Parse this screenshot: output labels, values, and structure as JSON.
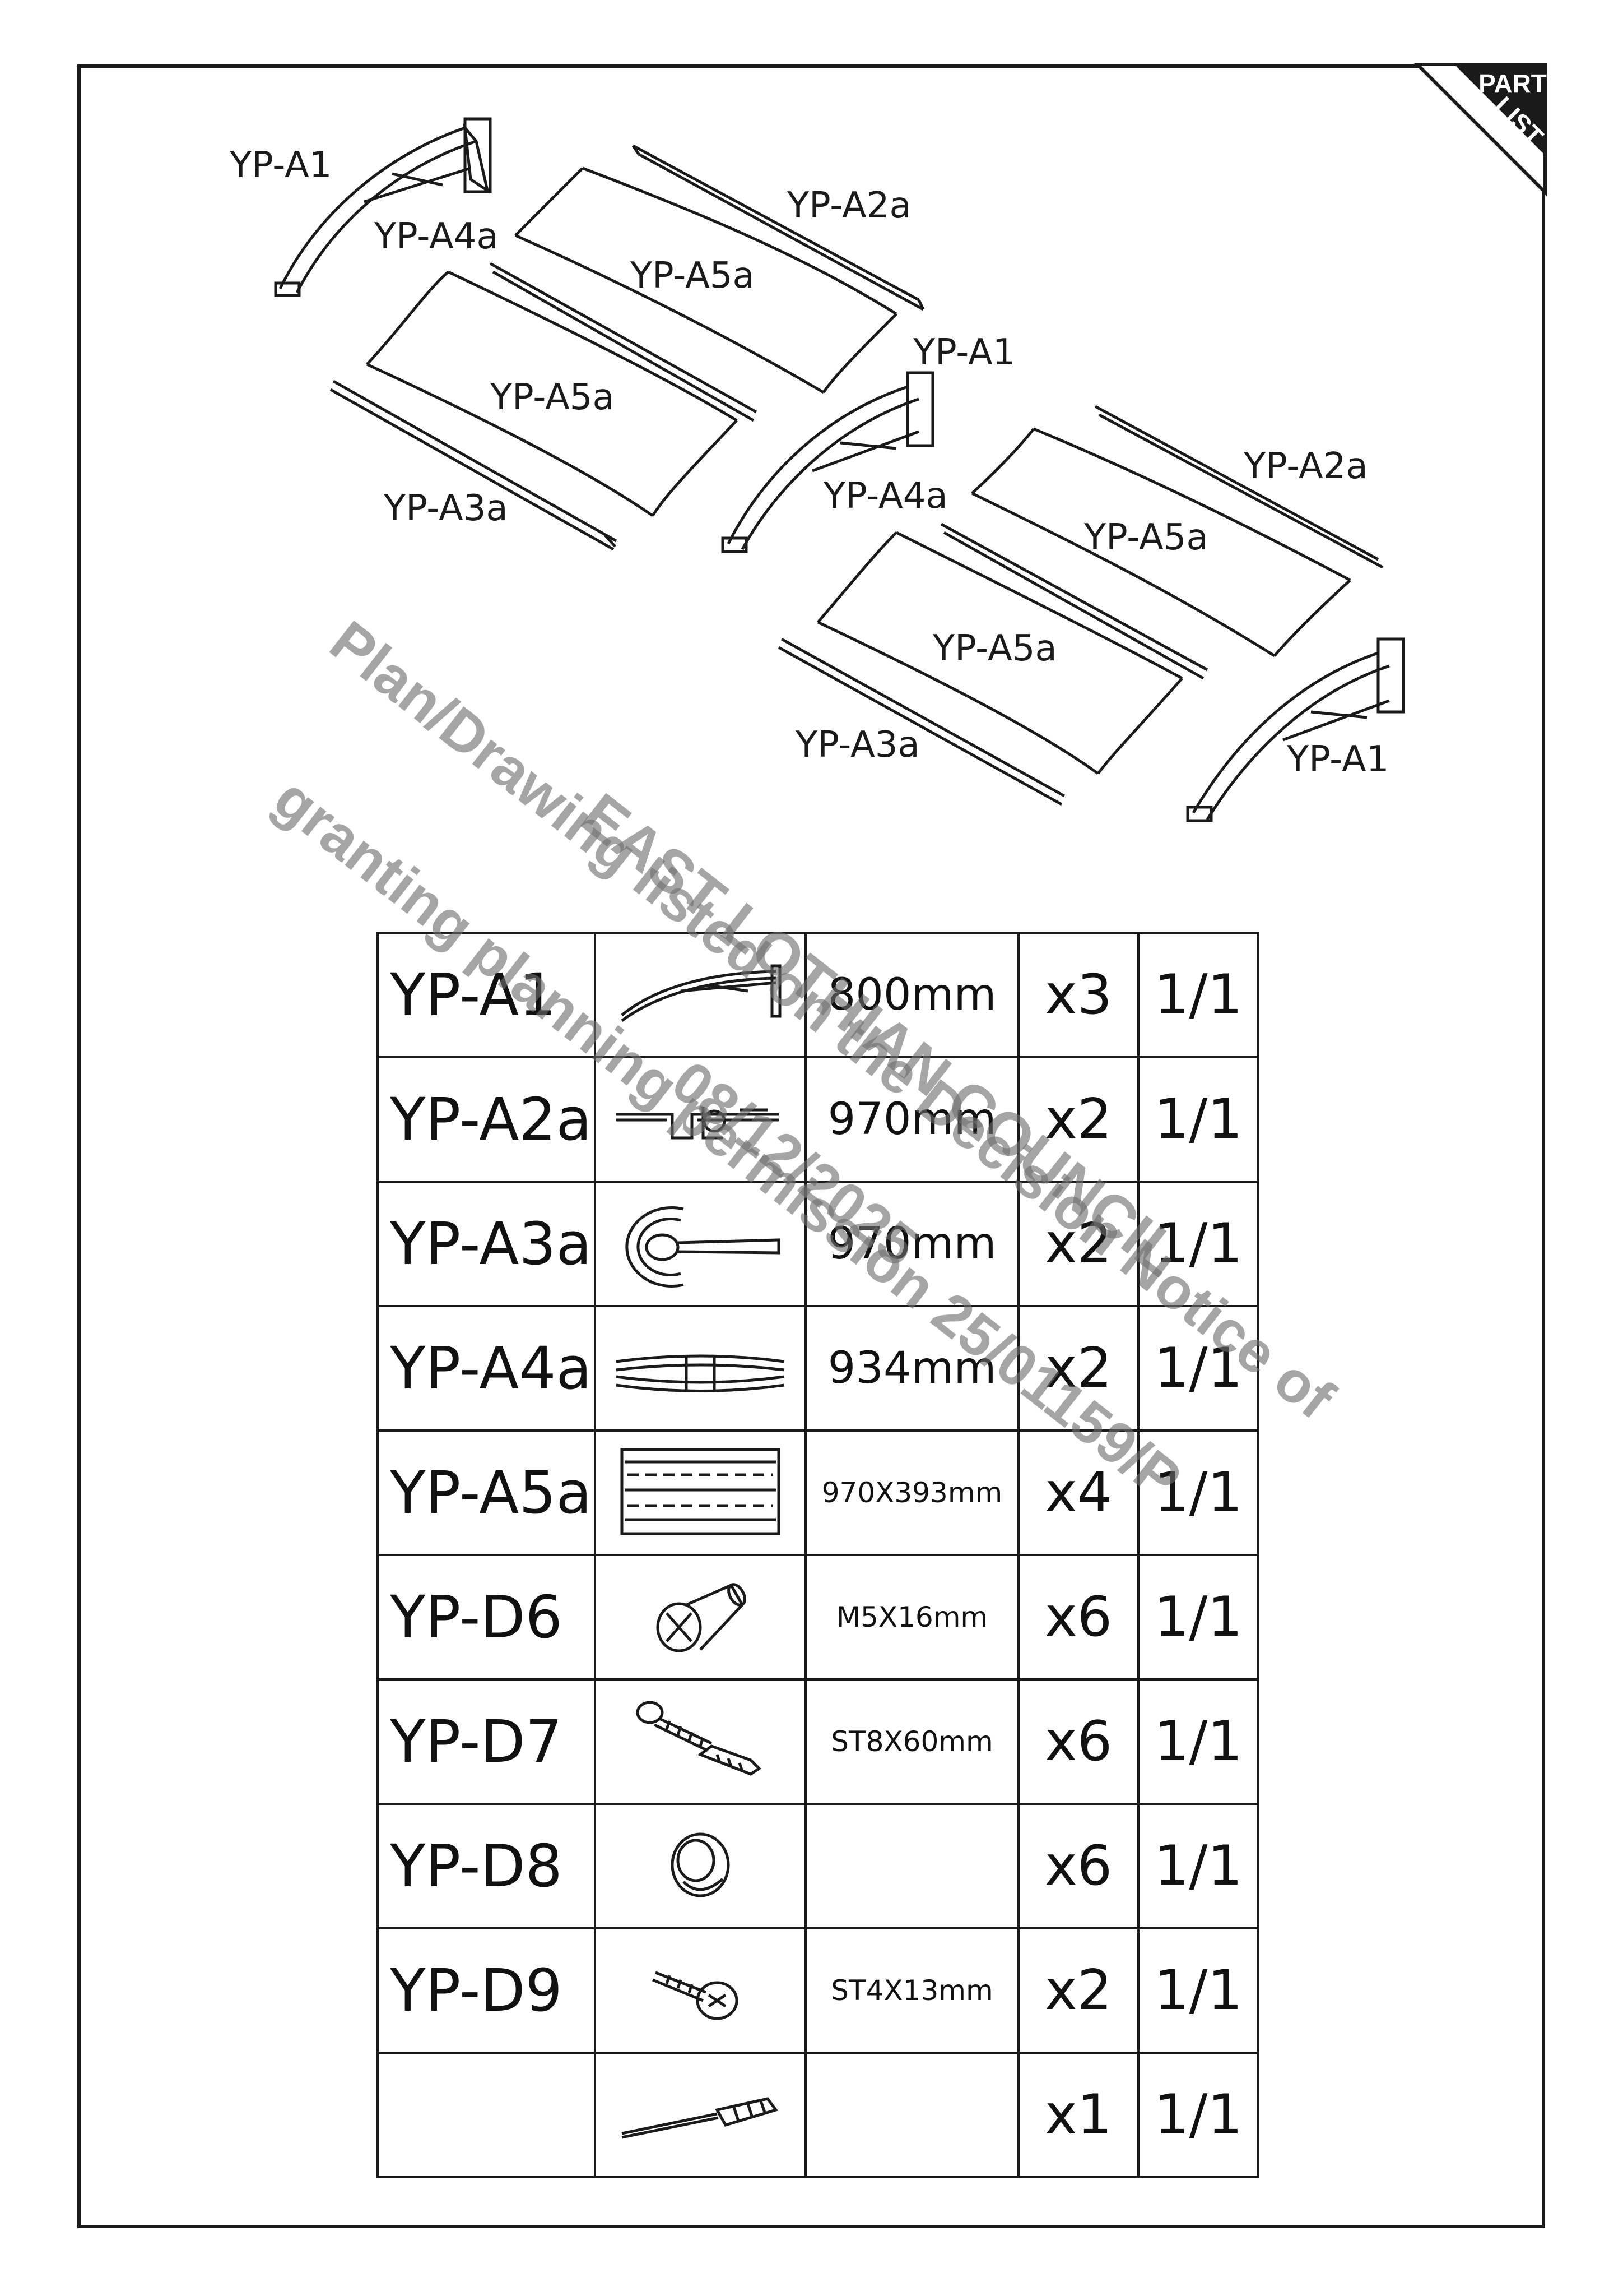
{
  "corner_tag": {
    "line1": "PART",
    "line2": "LIST"
  },
  "diagram_labels": [
    "YP-A1",
    "YP-A4a",
    "YP-A2a",
    "YP-A5a",
    "YP-A5a",
    "YP-A3a",
    "YP-A1",
    "YP-A4a",
    "YP-A2a",
    "YP-A5a",
    "YP-A5a",
    "YP-A3a",
    "YP-A1"
  ],
  "table": {
    "rows": [
      {
        "code": "YP-A1",
        "icon": "arch-bracket-icon",
        "size": "800mm",
        "qty": "x3",
        "ratio": "1/1"
      },
      {
        "code": "YP-A2a",
        "icon": "wall-profile-icon",
        "size": "970mm",
        "qty": "x2",
        "ratio": "1/1"
      },
      {
        "code": "YP-A3a",
        "icon": "end-cap-profile-icon",
        "size": "970mm",
        "qty": "x2",
        "ratio": "1/1"
      },
      {
        "code": "YP-A4a",
        "icon": "h-connector-profile-icon",
        "size": "934mm",
        "qty": "x2",
        "ratio": "1/1"
      },
      {
        "code": "YP-A5a",
        "icon": "polycarbonate-sheet-icon",
        "size": "970X393mm",
        "qty": "x4",
        "ratio": "1/1"
      },
      {
        "code": "YP-D6",
        "icon": "bolt-icon",
        "size": "M5X16mm",
        "qty": "x6",
        "ratio": "1/1"
      },
      {
        "code": "YP-D7",
        "icon": "screw-and-anchor-icon",
        "size": "ST8X60mm",
        "qty": "x6",
        "ratio": "1/1"
      },
      {
        "code": "YP-D8",
        "icon": "cap-nut-icon",
        "size": "",
        "qty": "x6",
        "ratio": "1/1"
      },
      {
        "code": "YP-D9",
        "icon": "self-tapping-screw-icon",
        "size": "ST4X13mm",
        "qty": "x2",
        "ratio": "1/1"
      },
      {
        "code": "",
        "icon": "screwdriver-icon",
        "size": "",
        "qty": "x1",
        "ratio": "1/1"
      }
    ]
  },
  "stamp": {
    "line1": "EAST LOTHIAN COUNCIL",
    "line2": "Plan/Drawing listed on the Decision Notice of",
    "line3": "granting planning permission 25/01159/P",
    "line4": "08/12/2025"
  }
}
